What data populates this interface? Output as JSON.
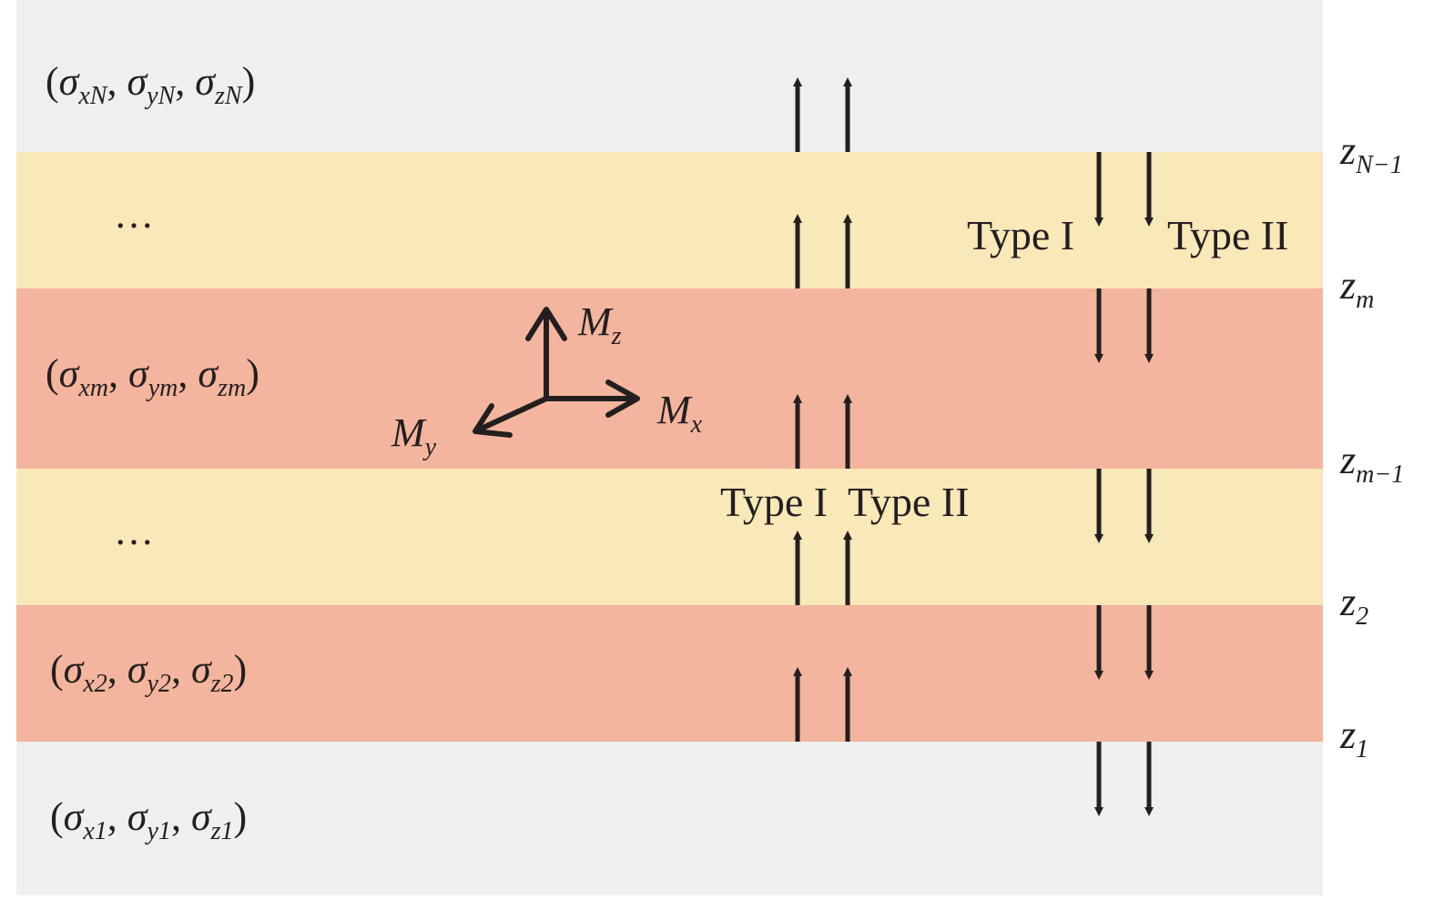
{
  "colors": {
    "outer": "#efefef",
    "light_layer": "#f9e8b8",
    "dark_layer": "#f3b59d",
    "ink": "#231f20"
  },
  "layers": [
    {
      "name": "top-half-space",
      "tone": "outer",
      "sigma": {
        "open": "(",
        "sym": "σ",
        "x_sub": "xN",
        "y_sub": "yN",
        "z_sub": "zN",
        "close": ")"
      }
    },
    {
      "name": "layer-upper-ellipsis",
      "tone": "light_layer",
      "text": "…"
    },
    {
      "name": "layer-m",
      "tone": "dark_layer",
      "sigma": {
        "open": "(",
        "sym": "σ",
        "x_sub": "xm",
        "y_sub": "ym",
        "z_sub": "zm",
        "close": ")"
      }
    },
    {
      "name": "layer-lower-ellipsis",
      "tone": "light_layer",
      "text": "…"
    },
    {
      "name": "layer-2",
      "tone": "dark_layer",
      "sigma": {
        "open": "(",
        "sym": "σ",
        "x_sub": "x2",
        "y_sub": "y2",
        "z_sub": "z2",
        "close": ")"
      }
    },
    {
      "name": "bottom-half-space",
      "tone": "outer",
      "sigma": {
        "open": "(",
        "sym": "σ",
        "x_sub": "x1",
        "y_sub": "y1",
        "z_sub": "z1",
        "close": ")"
      }
    }
  ],
  "interfaces": [
    {
      "base": "z",
      "sub": "N−1"
    },
    {
      "base": "z",
      "sub": "m"
    },
    {
      "base": "z",
      "sub": "m−1"
    },
    {
      "base": "z",
      "sub": "2"
    },
    {
      "base": "z",
      "sub": "1"
    }
  ],
  "axes": {
    "mz": {
      "base": "M",
      "sub": "z"
    },
    "mx": {
      "base": "M",
      "sub": "x"
    },
    "my": {
      "base": "M",
      "sub": "y"
    }
  },
  "sources": {
    "upward": {
      "direction": "up",
      "type_i": "Type I",
      "type_ii": "Type II"
    },
    "downward": {
      "direction": "down",
      "type_i": "Type I",
      "type_ii": "Type II"
    }
  }
}
